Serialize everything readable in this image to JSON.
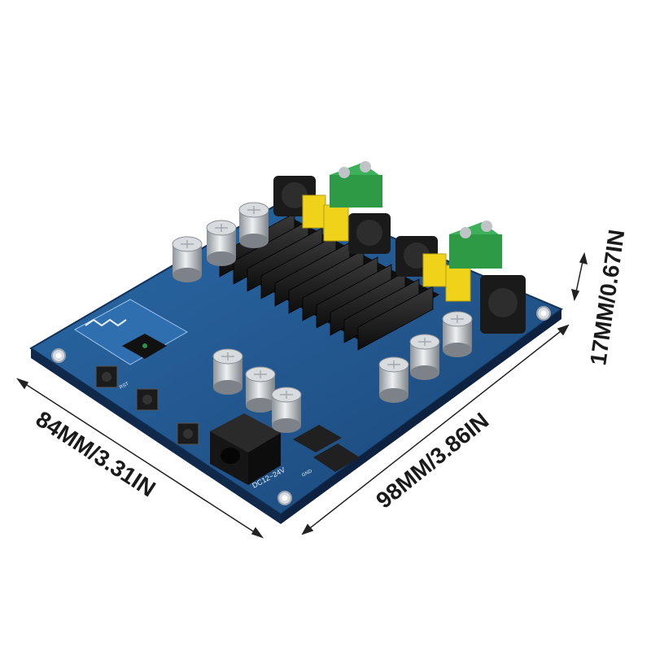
{
  "dimensions": {
    "width": "84MM/3.31IN",
    "length": "98MM/3.86IN",
    "height": "17MM/0.67IN"
  },
  "board": {
    "power_label": "DC12~24V",
    "gnd_label": "GND",
    "reset_label": "RST"
  },
  "colors": {
    "pcb": "#1f4f86",
    "pcb_edge": "#163a66",
    "heatsink": "#141414",
    "terminal": "#2e9a45",
    "capacitor_film": "#f0d21a",
    "electrolytic": "#c9ccd0"
  }
}
